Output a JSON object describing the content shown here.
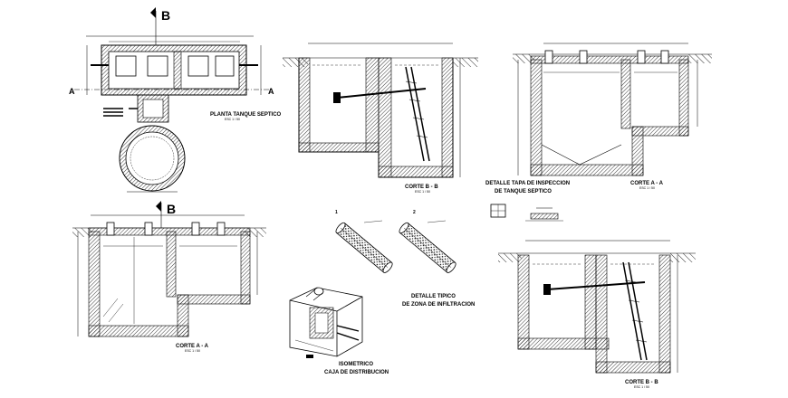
{
  "captions": {
    "plan": "PLANTA TANQUE SEPTICO",
    "plan_scale": "ESC 1 / 50",
    "cut_b_top": "CORTE B - B",
    "cut_b_top_scale": "ESC 1 / 50",
    "cut_a_top": "CORTE A - A",
    "cut_a_top_scale": "ESC 1 / 50",
    "cut_a_bottom": "CORTE A - A",
    "cut_a_bottom_scale": "ESC 1 / 50",
    "cut_b_bottom": "CORTE B - B",
    "cut_b_bottom_scale": "ESC 1 / 50",
    "lid_line1": "DETALLE TAPA DE INSPECCION",
    "lid_line2": "DE TANQUE SEPTICO",
    "infiltration_line1": "DETALLE TIPICO",
    "infiltration_line2": "DE ZONA DE INFILTRACION",
    "box_line1": "ISOMETRICO",
    "box_line2": "CAJA DE DISTRIBUCION"
  },
  "section_marks": {
    "b_top": "B",
    "b_bottom": "B",
    "a_left": "A",
    "a_right": "A",
    "a_plan_left": "A",
    "a_plan_right": "A"
  },
  "callouts": {
    "one": "1",
    "two": "2"
  },
  "colors": {
    "ink": "#000000",
    "paper": "#ffffff",
    "hatch": "#222222"
  }
}
